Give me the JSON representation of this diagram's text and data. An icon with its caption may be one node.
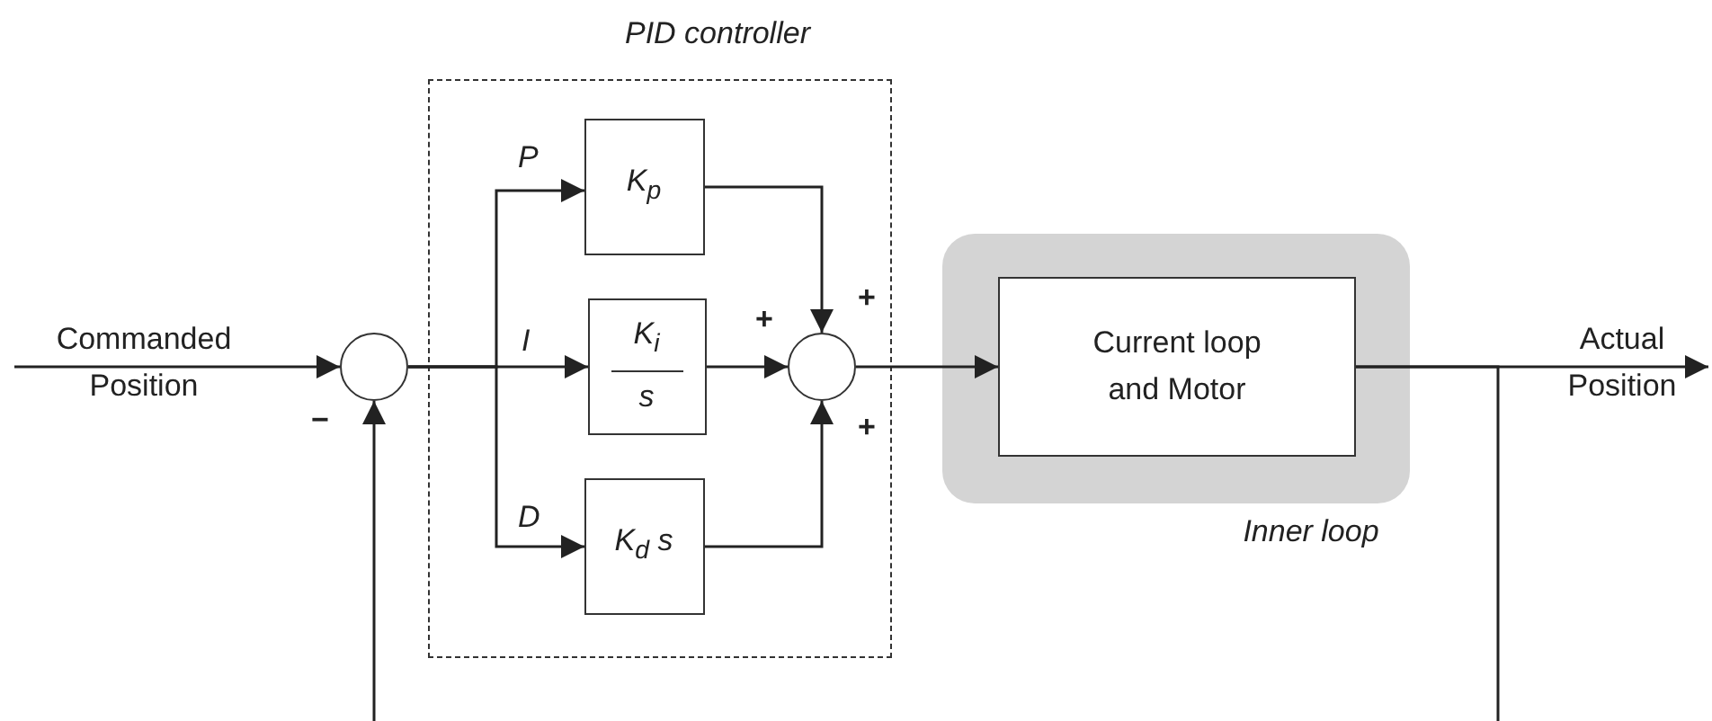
{
  "diagram": {
    "nodes": [
      {
        "text": [],
        "shape": "circle"
      },
      {
        "text": [
          "PID controller"
        ]
      },
      {
        "text": [
          "K$_{p}$"
        ],
        "in": 1
      },
      {
        "text": [
          "K$_{i}$",
          "s"
        ],
        "in": 1
      },
      {
        "text": [
          "K$_{d}$ s"
        ],
        "in": 1
      },
      {
        "text": [],
        "shape": "circle",
        "in": 1
      },
      {
        "text": [
          "Inner loop"
        ]
      },
      {
        "text": [
          "Current loop and Motor"
        ],
        "in": 6
      }
    ],
    "edges": [
      {
        "from": null,
        "to": 0,
        "arrow": "to"
      },
      {
        "from": 0,
        "to": 2,
        "arrow": "to",
        "label": "P"
      },
      {
        "from": 0,
        "to": 3,
        "arrow": "to",
        "label": "I"
      },
      {
        "from": 0,
        "to": 4,
        "arrow": "to",
        "label": "D"
      },
      {
        "from": 2,
        "to": 5,
        "arrow": "to"
      },
      {
        "from": 3,
        "to": 5,
        "arrow": "to"
      },
      {
        "from": 4,
        "to": 5,
        "arrow": "to"
      },
      {
        "from": 5,
        "to": 7,
        "arrow": "to"
      },
      {
        "from": 7,
        "to": null,
        "arrow": "to"
      },
      {
        "from": 7,
        "to": null,
        "arrow": "none"
      },
      {
        "from": null,
        "to": 0,
        "arrow": "to"
      }
    ],
    "labels": [
      "Commanded Position",
      "−",
      "+",
      "+",
      "+",
      "Actual Position"
    ]
  }
}
